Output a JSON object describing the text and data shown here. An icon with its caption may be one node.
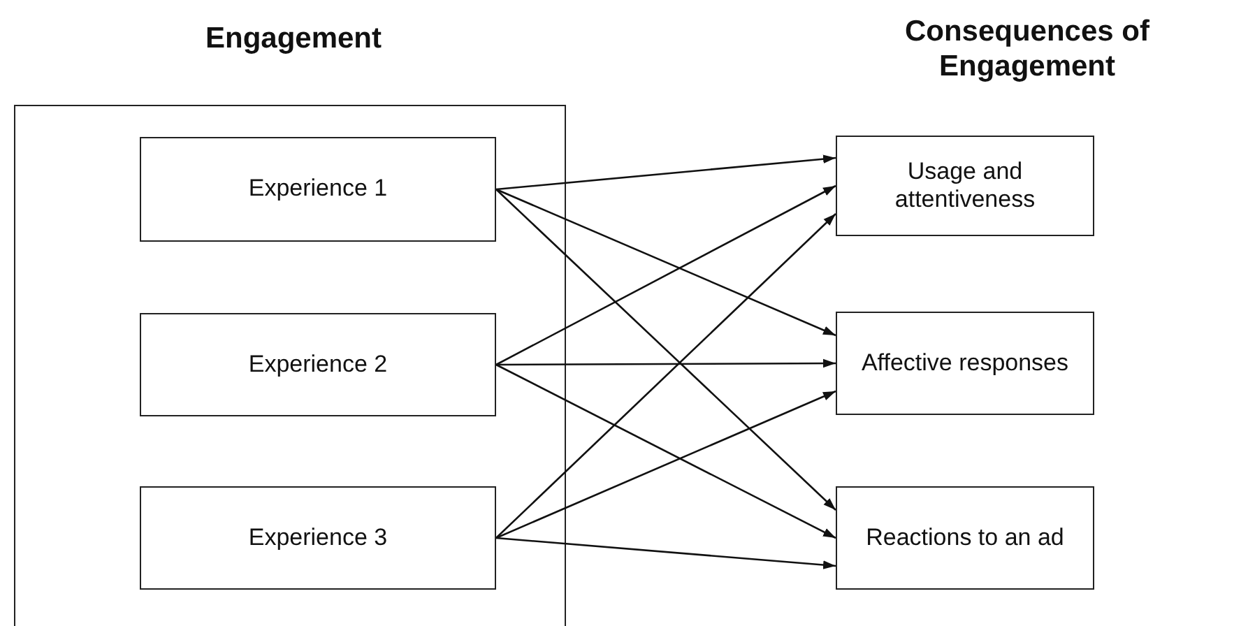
{
  "diagram": {
    "nodes": [
      {
        "text": [
          "Engagement"
        ]
      },
      {
        "text": [
          "Experience 1"
        ],
        "in": 0
      },
      {
        "text": [
          "Experience 2"
        ],
        "in": 0
      },
      {
        "text": [
          "Experience 3"
        ],
        "in": 0
      },
      {
        "text": [
          "Usage and attentiveness"
        ]
      },
      {
        "text": [
          "Affective responses"
        ]
      },
      {
        "text": [
          "Reactions to an ad"
        ]
      }
    ],
    "edges": [
      {
        "from": 1,
        "to": 4,
        "arrow": "to"
      },
      {
        "from": 1,
        "to": 5,
        "arrow": "to"
      },
      {
        "from": 1,
        "to": 6,
        "arrow": "to"
      },
      {
        "from": 2,
        "to": 4,
        "arrow": "to"
      },
      {
        "from": 2,
        "to": 5,
        "arrow": "to"
      },
      {
        "from": 2,
        "to": 6,
        "arrow": "to"
      },
      {
        "from": 3,
        "to": 4,
        "arrow": "to"
      },
      {
        "from": 3,
        "to": 5,
        "arrow": "to"
      },
      {
        "from": 3,
        "to": 6,
        "arrow": "to"
      }
    ],
    "labels": [
      "Consequences of Engagement"
    ]
  }
}
